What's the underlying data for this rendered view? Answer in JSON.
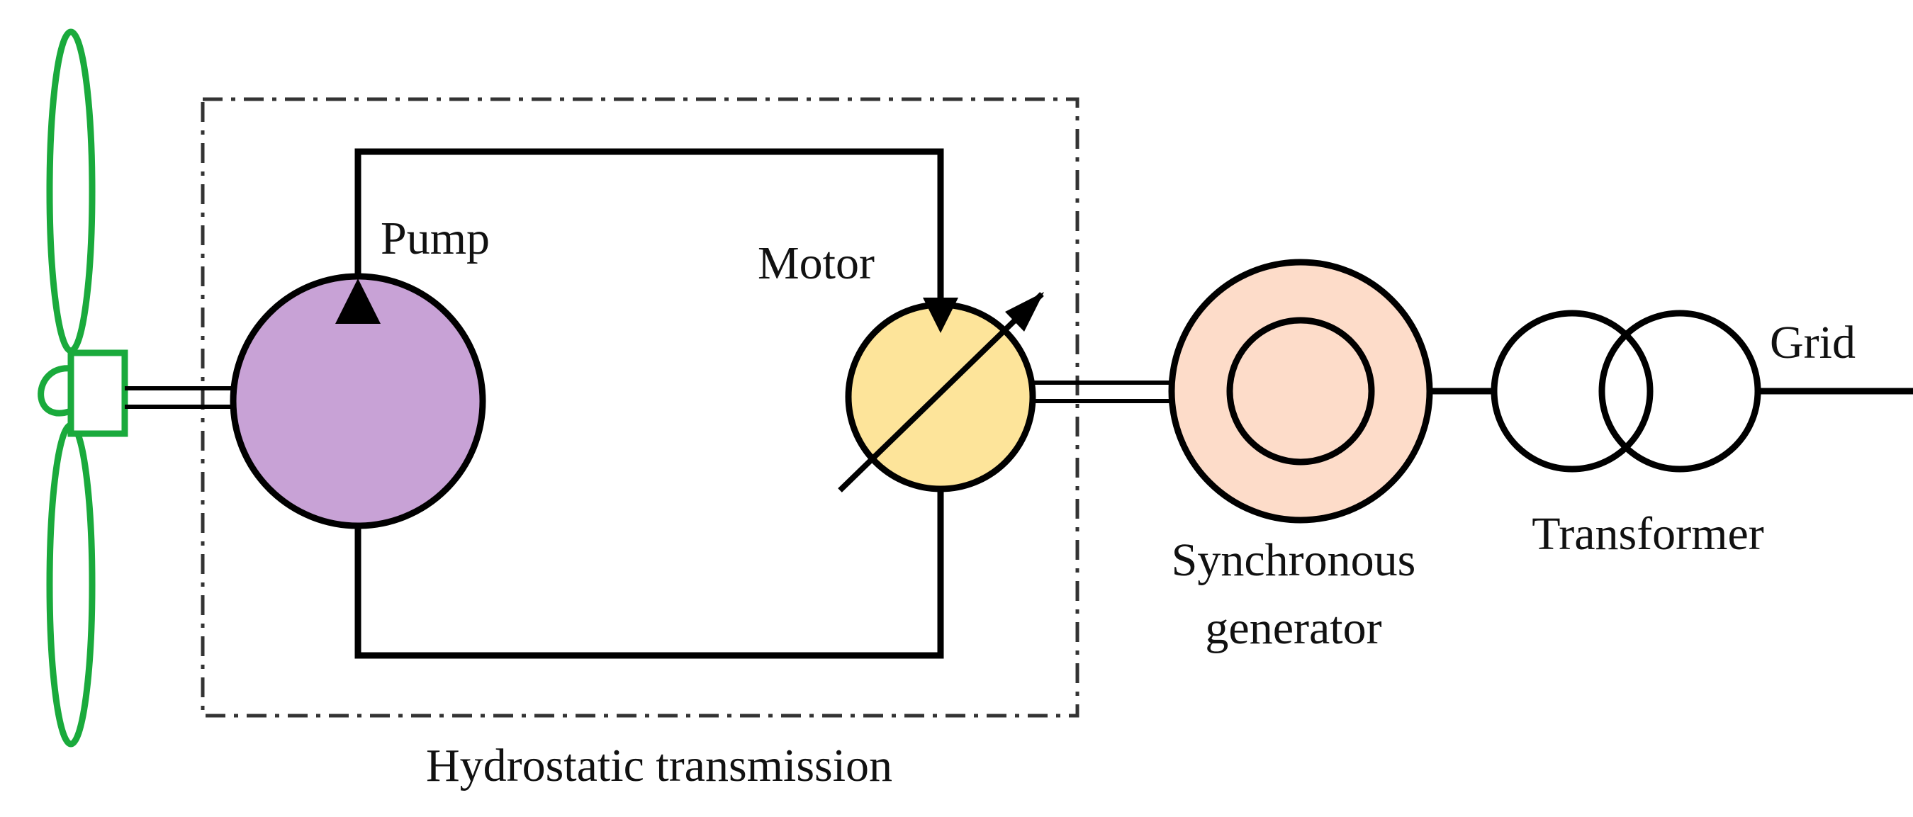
{
  "labels": {
    "pump": "Pump",
    "motor": "Motor",
    "generator_line1": "Synchronous",
    "generator_line2": "generator",
    "transformer": "Transformer",
    "grid": "Grid",
    "hst": "Hydrostatic transmission"
  },
  "colors": {
    "turbine": "#1aaa3c",
    "pump_fill": "#c8a2d6",
    "motor_fill": "#fde49a",
    "generator_fill": "#fddcc9",
    "line": "#000000",
    "background": "#ffffff"
  },
  "icons": {
    "turbine": "wind-turbine-rotor-icon",
    "pump": "hydraulic-pump-symbol",
    "motor": "variable-displacement-motor-symbol",
    "generator": "synchronous-generator-symbol",
    "transformer": "transformer-symbol"
  }
}
